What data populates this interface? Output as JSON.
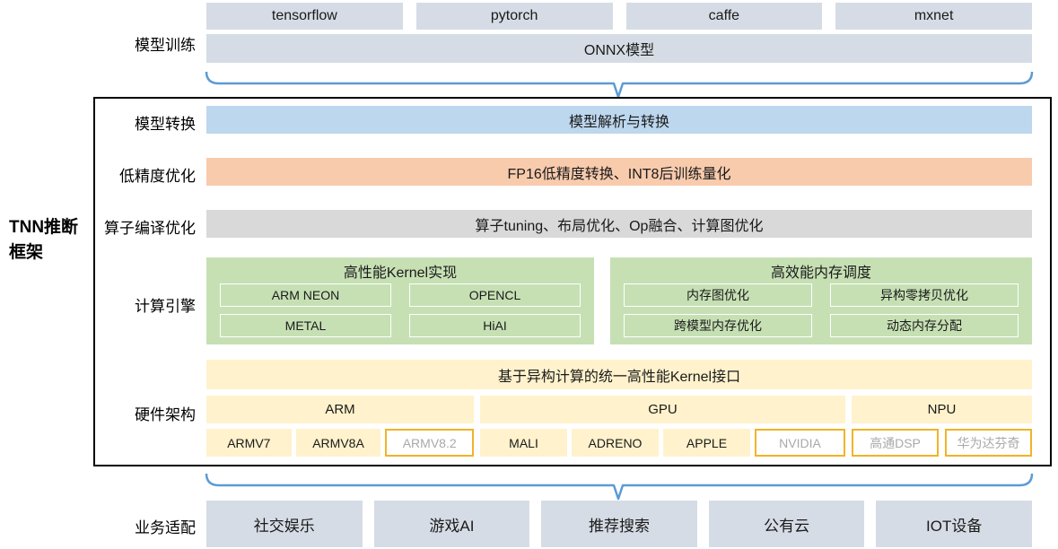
{
  "colors": {
    "box_fill": "#D6DCE5",
    "bar_blue": "#BDD7EE",
    "bar_orange": "#F8CBAD",
    "bar_gray": "#D9D9D9",
    "green": "#C6E0B4",
    "yellow": "#FFF2CC",
    "gold_border": "#F0B428",
    "inactive_text": "#A9A9A9",
    "brace_blue": "#5B9BD5",
    "frame_border": "#000000"
  },
  "top": {
    "label": "模型训练",
    "frameworks": [
      "tensorflow",
      "pytorch",
      "caffe",
      "mxnet"
    ],
    "onnx": "ONNX模型"
  },
  "tnn": {
    "title_line1": "TNN推断",
    "title_line2": "框架",
    "rows": [
      {
        "label": "模型转换",
        "content": "模型解析与转换"
      },
      {
        "label": "低精度优化",
        "content": "FP16低精度转换、INT8后训练量化"
      },
      {
        "label": "算子编译优化",
        "content": "算子tuning、布局优化、Op融合、计算图优化"
      }
    ],
    "compute_engine": {
      "label": "计算引擎",
      "groups": [
        {
          "title": "高性能Kernel实现",
          "items": [
            "ARM NEON",
            "OPENCL",
            "METAL",
            "HiAI"
          ]
        },
        {
          "title": "高效能内存调度",
          "items": [
            "内存图优化",
            "异构零拷贝优化",
            "跨模型内存优化",
            "动态内存分配"
          ]
        }
      ]
    },
    "hardware": {
      "label": "硬件架构",
      "kernel_api": "基于异构计算的统一高性能Kernel接口",
      "categories": [
        {
          "name": "ARM",
          "chips": [
            {
              "name": "ARMV7",
              "active": true
            },
            {
              "name": "ARMV8A",
              "active": true
            },
            {
              "name": "ARMV8.2",
              "active": false
            }
          ]
        },
        {
          "name": "GPU",
          "chips": [
            {
              "name": "MALI",
              "active": true
            },
            {
              "name": "ADRENO",
              "active": true
            },
            {
              "name": "APPLE",
              "active": true
            },
            {
              "name": "NVIDIA",
              "active": false
            }
          ]
        },
        {
          "name": "NPU",
          "chips": [
            {
              "name": "高通DSP",
              "active": false
            },
            {
              "name": "华为达芬奇",
              "active": false
            }
          ]
        }
      ]
    }
  },
  "bottom": {
    "label": "业务适配",
    "items": [
      "社交娱乐",
      "游戏AI",
      "推荐搜索",
      "公有云",
      "IOT设备"
    ]
  }
}
